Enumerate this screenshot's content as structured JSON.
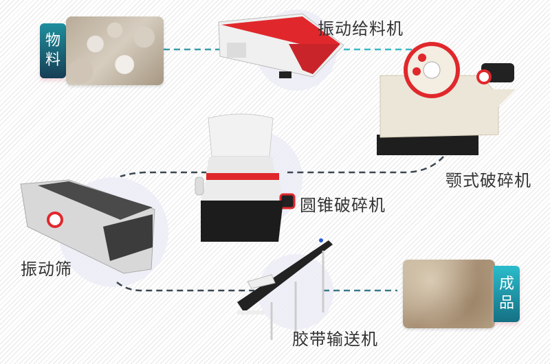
{
  "diagram": {
    "title": "",
    "colors": {
      "accent_red": "#e0282c",
      "teal_light": "#2bb6c8",
      "teal_dark": "#155a6e",
      "dash_dark": "#3a4650",
      "dash_teal": "#3a9aa8",
      "label_text": "#333333",
      "halo": "#ececf7"
    },
    "nodes": [
      {
        "id": "raw-material",
        "label": "物料",
        "kind": "input-tag",
        "image": "pebbles-photo"
      },
      {
        "id": "vibrating-feeder",
        "label": "振动给料机",
        "kind": "machine",
        "image": "vibrating-feeder-icon"
      },
      {
        "id": "jaw-crusher",
        "label": "颚式破碎机",
        "kind": "machine",
        "image": "jaw-crusher-icon"
      },
      {
        "id": "cone-crusher",
        "label": "圆锥破碎机",
        "kind": "machine",
        "image": "cone-crusher-icon"
      },
      {
        "id": "vibrating-screen",
        "label": "振动筛",
        "kind": "machine",
        "image": "vibrating-screen-icon"
      },
      {
        "id": "belt-conveyor",
        "label": "胶带输送机",
        "kind": "machine",
        "image": "belt-conveyor-icon"
      },
      {
        "id": "finished-product",
        "label": "成品",
        "kind": "output-tag",
        "image": "sand-photo"
      }
    ],
    "edges": [
      {
        "from": "raw-material",
        "to": "vibrating-feeder"
      },
      {
        "from": "vibrating-feeder",
        "to": "jaw-crusher"
      },
      {
        "from": "jaw-crusher",
        "to": "cone-crusher"
      },
      {
        "from": "cone-crusher",
        "to": "vibrating-screen"
      },
      {
        "from": "vibrating-screen",
        "to": "belt-conveyor"
      },
      {
        "from": "belt-conveyor",
        "to": "finished-product"
      }
    ],
    "input_tag": {
      "line1": "物",
      "line2": "料"
    },
    "output_tag": {
      "line1": "成",
      "line2": "品"
    }
  }
}
